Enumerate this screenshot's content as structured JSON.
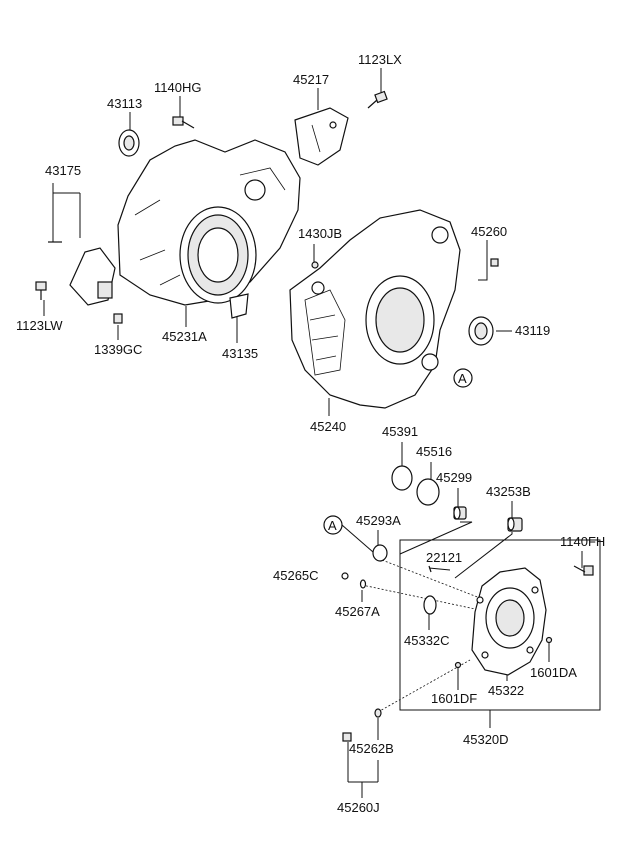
{
  "labels": {
    "p1123LX": "1123LX",
    "p45217": "45217",
    "p1140HG": "1140HG",
    "p43113": "43113",
    "p43175": "43175",
    "p1430JB": "1430JB",
    "p45260": "45260",
    "p1123LW": "1123LW",
    "p1339GC": "1339GC",
    "p45231A": "45231A",
    "p43135": "43135",
    "p43119": "43119",
    "p45240": "45240",
    "p45391": "45391",
    "p45516": "45516",
    "p45299": "45299",
    "p43253B": "43253B",
    "p45293A": "45293A",
    "p1140FH": "1140FH",
    "p22121": "22121",
    "p45265C": "45265C",
    "p45267A": "45267A",
    "p45332C": "45332C",
    "p1601DA": "1601DA",
    "p1601DF": "1601DF",
    "p45322": "45322",
    "p45320D": "45320D",
    "p45262B": "45262B",
    "p45260J": "45260J"
  },
  "callouts": {
    "a1": "A",
    "a2": "A"
  }
}
